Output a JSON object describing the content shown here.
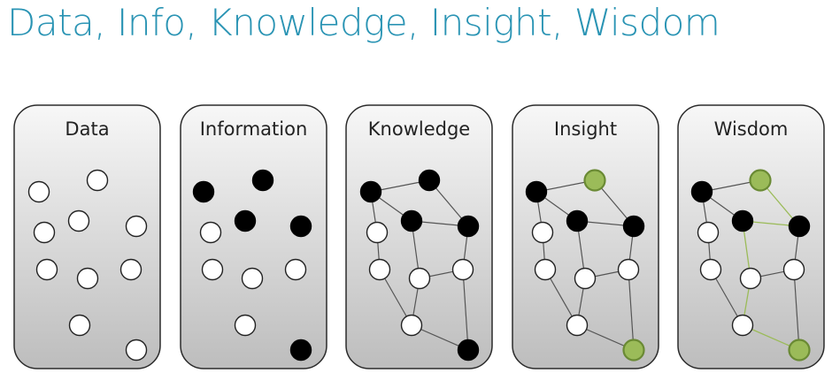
{
  "title": "Data, Info, Knowledge, Insight, Wisdom",
  "colors": {
    "title": "#2a94b4",
    "node_white": "#ffffff",
    "node_black": "#000000",
    "node_green": "#9bbb59",
    "node_green_stroke": "#6a8a34",
    "edge_gray": "#555555",
    "edge_green": "#9bbb59"
  },
  "panels": [
    {
      "label": "Data",
      "nodes": [
        {
          "c": "w",
          "p": [
            44,
            217
          ]
        },
        {
          "c": "w",
          "p": [
            110,
            204
          ]
        },
        {
          "c": "w",
          "p": [
            50,
            263
          ]
        },
        {
          "c": "w",
          "p": [
            89,
            250
          ]
        },
        {
          "c": "w",
          "p": [
            154,
            256
          ]
        },
        {
          "c": "w",
          "p": [
            53,
            305
          ]
        },
        {
          "c": "w",
          "p": [
            99,
            315
          ]
        },
        {
          "c": "w",
          "p": [
            148,
            305
          ]
        },
        {
          "c": "w",
          "p": [
            90,
            368
          ]
        },
        {
          "c": "w",
          "p": [
            154,
            396
          ]
        }
      ],
      "edges": []
    },
    {
      "label": "Information",
      "nodes": [
        {
          "c": "b",
          "p": [
            230,
            217
          ]
        },
        {
          "c": "b",
          "p": [
            297,
            204
          ]
        },
        {
          "c": "w",
          "p": [
            238,
            263
          ]
        },
        {
          "c": "b",
          "p": [
            277,
            250
          ]
        },
        {
          "c": "b",
          "p": [
            340,
            256
          ]
        },
        {
          "c": "w",
          "p": [
            240,
            305
          ]
        },
        {
          "c": "w",
          "p": [
            285,
            315
          ]
        },
        {
          "c": "w",
          "p": [
            334,
            305
          ]
        },
        {
          "c": "w",
          "p": [
            277,
            368
          ]
        },
        {
          "c": "b",
          "p": [
            340,
            396
          ]
        }
      ],
      "edges": []
    },
    {
      "label": "Knowledge",
      "nodes": [
        {
          "c": "b",
          "p": [
            419,
            217
          ]
        },
        {
          "c": "b",
          "p": [
            485,
            204
          ]
        },
        {
          "c": "w",
          "p": [
            426,
            263
          ]
        },
        {
          "c": "b",
          "p": [
            465,
            250
          ]
        },
        {
          "c": "b",
          "p": [
            529,
            256
          ]
        },
        {
          "c": "w",
          "p": [
            429,
            305
          ]
        },
        {
          "c": "w",
          "p": [
            474,
            315
          ]
        },
        {
          "c": "w",
          "p": [
            523,
            305
          ]
        },
        {
          "c": "w",
          "p": [
            465,
            368
          ]
        },
        {
          "c": "b",
          "p": [
            529,
            396
          ]
        }
      ],
      "edges": [
        {
          "c": "g",
          "p": [
            0,
            1
          ]
        },
        {
          "c": "g",
          "p": [
            0,
            3
          ]
        },
        {
          "c": "g",
          "p": [
            0,
            2
          ]
        },
        {
          "c": "g",
          "p": [
            1,
            4
          ]
        },
        {
          "c": "g",
          "p": [
            3,
            4
          ]
        },
        {
          "c": "g",
          "p": [
            2,
            5
          ]
        },
        {
          "c": "g",
          "p": [
            3,
            6
          ]
        },
        {
          "c": "g",
          "p": [
            4,
            7
          ]
        },
        {
          "c": "g",
          "p": [
            6,
            7
          ]
        },
        {
          "c": "g",
          "p": [
            5,
            8
          ]
        },
        {
          "c": "g",
          "p": [
            6,
            8
          ]
        },
        {
          "c": "g",
          "p": [
            8,
            9
          ]
        },
        {
          "c": "g",
          "p": [
            7,
            9
          ]
        }
      ]
    },
    {
      "label": "Insight",
      "nodes": [
        {
          "c": "b",
          "p": [
            606,
            217
          ]
        },
        {
          "c": "G",
          "p": [
            672,
            204
          ]
        },
        {
          "c": "w",
          "p": [
            613,
            263
          ]
        },
        {
          "c": "b",
          "p": [
            652,
            250
          ]
        },
        {
          "c": "b",
          "p": [
            716,
            256
          ]
        },
        {
          "c": "w",
          "p": [
            616,
            305
          ]
        },
        {
          "c": "w",
          "p": [
            661,
            315
          ]
        },
        {
          "c": "w",
          "p": [
            710,
            305
          ]
        },
        {
          "c": "w",
          "p": [
            652,
            368
          ]
        },
        {
          "c": "G",
          "p": [
            716,
            396
          ]
        }
      ],
      "edges": [
        {
          "c": "g",
          "p": [
            0,
            1
          ]
        },
        {
          "c": "g",
          "p": [
            0,
            3
          ]
        },
        {
          "c": "g",
          "p": [
            0,
            2
          ]
        },
        {
          "c": "g",
          "p": [
            1,
            4
          ]
        },
        {
          "c": "g",
          "p": [
            3,
            4
          ]
        },
        {
          "c": "g",
          "p": [
            2,
            5
          ]
        },
        {
          "c": "g",
          "p": [
            3,
            6
          ]
        },
        {
          "c": "g",
          "p": [
            4,
            7
          ]
        },
        {
          "c": "g",
          "p": [
            6,
            7
          ]
        },
        {
          "c": "g",
          "p": [
            5,
            8
          ]
        },
        {
          "c": "g",
          "p": [
            6,
            8
          ]
        },
        {
          "c": "g",
          "p": [
            8,
            9
          ]
        },
        {
          "c": "g",
          "p": [
            7,
            9
          ]
        }
      ]
    },
    {
      "label": "Wisdom",
      "nodes": [
        {
          "c": "b",
          "p": [
            793,
            217
          ]
        },
        {
          "c": "G",
          "p": [
            859,
            204
          ]
        },
        {
          "c": "w",
          "p": [
            800,
            263
          ]
        },
        {
          "c": "b",
          "p": [
            839,
            250
          ]
        },
        {
          "c": "b",
          "p": [
            903,
            256
          ]
        },
        {
          "c": "w",
          "p": [
            803,
            305
          ]
        },
        {
          "c": "w",
          "p": [
            848,
            315
          ]
        },
        {
          "c": "w",
          "p": [
            897,
            305
          ]
        },
        {
          "c": "w",
          "p": [
            839,
            368
          ]
        },
        {
          "c": "G",
          "p": [
            903,
            396
          ]
        }
      ],
      "edges": [
        {
          "c": "g",
          "p": [
            0,
            1
          ]
        },
        {
          "c": "g",
          "p": [
            0,
            3
          ]
        },
        {
          "c": "g",
          "p": [
            0,
            2
          ]
        },
        {
          "c": "G",
          "p": [
            1,
            4
          ]
        },
        {
          "c": "G",
          "p": [
            3,
            4
          ]
        },
        {
          "c": "g",
          "p": [
            2,
            5
          ]
        },
        {
          "c": "G",
          "p": [
            3,
            6
          ]
        },
        {
          "c": "g",
          "p": [
            4,
            7
          ]
        },
        {
          "c": "g",
          "p": [
            6,
            7
          ]
        },
        {
          "c": "g",
          "p": [
            5,
            8
          ]
        },
        {
          "c": "G",
          "p": [
            6,
            8
          ]
        },
        {
          "c": "G",
          "p": [
            8,
            9
          ]
        },
        {
          "c": "g",
          "p": [
            7,
            9
          ]
        }
      ]
    }
  ]
}
